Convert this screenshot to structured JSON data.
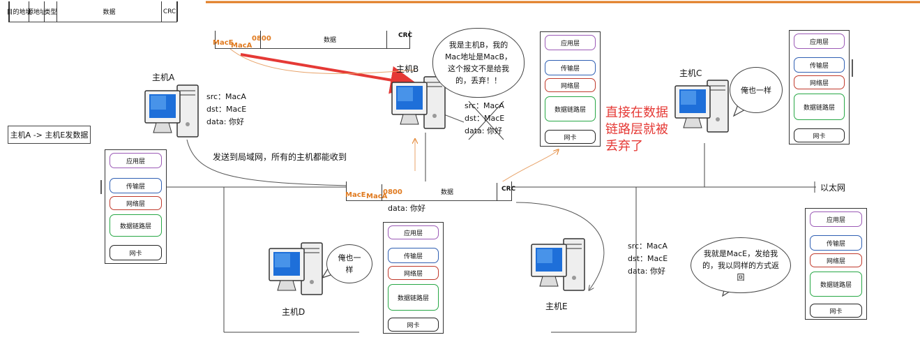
{
  "colors": {
    "accent": "#e07a1f",
    "alert": "#e53935",
    "app": "#9b59b6",
    "transport": "#2f5fb3",
    "network": "#c0392b",
    "link": "#27a745"
  },
  "top_frame": {
    "cells": [
      "目的地址",
      "源地址",
      "类型",
      "数据",
      "CRC"
    ]
  },
  "frame_fields": {
    "dst": "MacE",
    "src": "MacA",
    "type": "0800",
    "data_label": "数据",
    "crc": "CRC"
  },
  "layers": {
    "app": "应用层",
    "transport": "传输层",
    "network": "网络层",
    "link": "数据链路层",
    "nic": "网卡"
  },
  "task_label": "主机A -> 主机E发数据",
  "broadcast_note": "发送到局域网，所有的主机都能收到",
  "ethernet_label": "以太网",
  "hosts": {
    "a": {
      "name": "主机A",
      "src": "src：MacA",
      "dst": "dst：MacE",
      "data": "data: 你好"
    },
    "b": {
      "name": "主机B",
      "src": "src：MacA",
      "dst": "dst：MacE",
      "data": "data: 你好",
      "bubble": "我是主机B，我的Mac地址是MacB，这个报文不是给我的，丢弃！！"
    },
    "c": {
      "name": "主机C",
      "bubble": "俺也一样"
    },
    "d": {
      "name": "主机D",
      "bubble": "俺也一样"
    },
    "e": {
      "name": "主机E",
      "src": "src：MacA",
      "dst": "dst：MacE",
      "data": "data: 你好",
      "bubble": "我就是MacE，发给我的，我以同样的方式返回"
    }
  },
  "bus_data": "data: 你好",
  "drop_note": "直接在数据链路层就被丢弃了"
}
